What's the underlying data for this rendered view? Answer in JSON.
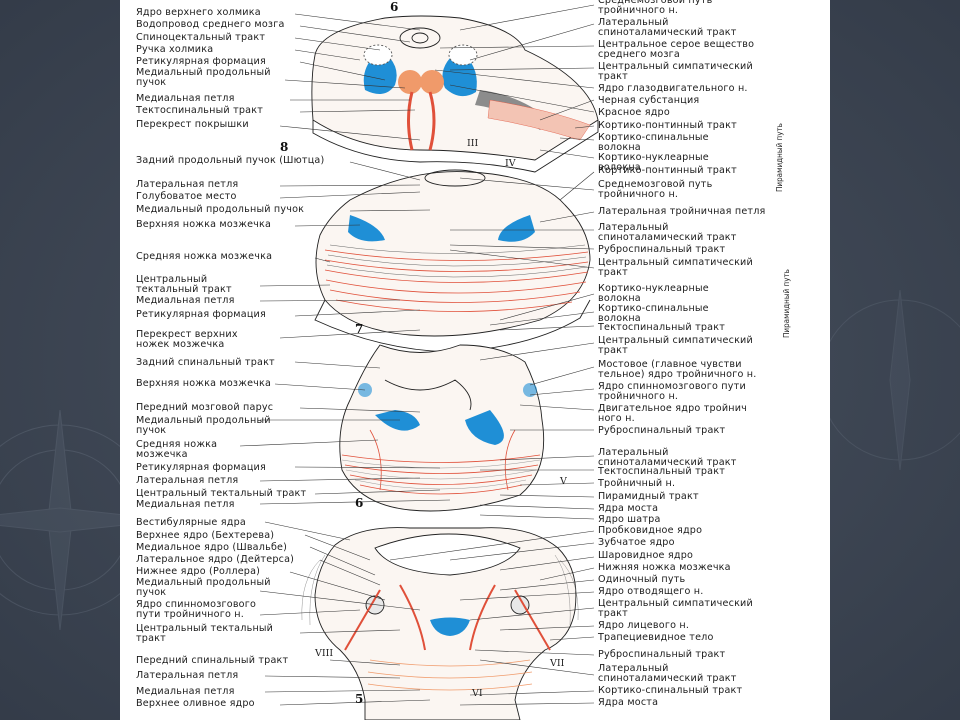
{
  "colors": {
    "slide_bg": "#3b4452",
    "page": "#ffffff",
    "blue": "#1f8fd6",
    "orange": "#f09a6a",
    "red": "#e0503a",
    "pink": "#f3c4b4",
    "ink": "#1b1b1b"
  },
  "sections": [
    {
      "number": "8",
      "top_number": "6",
      "roman": [
        "III",
        "IV"
      ],
      "left_labels": [
        "Ядро верхнего холмика",
        "Водопровод среднего мозга",
        "Спиноцектальный тракт",
        "Ручка холмика",
        "Ретикулярная формация",
        "Медиальный продольный\nпучок",
        "Медиальная петля",
        "Тектоспинальный тракт",
        "Перекрест покрышки"
      ],
      "right_labels": [
        "Среднемозговой путь\nтройничного н.",
        "Латеральный\nспиноталамический тракт",
        "Центральное серое вещество\nсреднего мозга",
        "Центральный симпатический\nтракт",
        "Ядро глазодвигательного н.",
        "Черная субстанция",
        "Красное ядро",
        "Кортико-понтинный тракт",
        "Кортико-спинальные\nволокна",
        "Кортико-нуклеарные\nволокна"
      ],
      "side_label": "Пирамидный путь"
    },
    {
      "number": "7",
      "roman": [],
      "left_labels": [
        "Задний продольный пучок (Шютца)",
        "Латеральная петля",
        "Голубоватое место",
        "Медиальный продольный пучок",
        "Верхняя ножка мозжечка",
        "Средняя ножка мозжечка",
        "Центральный\nтектальный тракт",
        "Медиальная петля",
        "Ретикулярная формация",
        "Перекрест верхних\nножек мозжечка"
      ],
      "right_labels": [
        "Кортико-понтинный тракт",
        "Среднемозговой путь\nтройничного н.",
        "Латеральная тройничная петля",
        "Латеральный\nспиноталамический тракт",
        "Руброспинальный тракт",
        "Центральный симпатический\nтракт",
        "Кортико-нуклеарные\nволокна",
        "Кортико-спинальные\nволокна",
        "Тектоспинальный тракт"
      ],
      "side_label": "Пирамидный путь"
    },
    {
      "number": "6",
      "roman": [
        "V"
      ],
      "left_labels": [
        "Задний спинальный тракт",
        "Верхняя ножка мозжечка",
        "Передний мозговой парус",
        "Медиальный продольный\nпучок",
        "Средняя ножка\nмозжечка",
        "Ретикулярная формация",
        "Латеральная петля",
        "Центральный тектальный тракт",
        "Медиальная петля"
      ],
      "right_labels": [
        "Центральный симпатический\nтракт",
        "Мостовое (главное чувстви\nтельное) ядро тройничного н.",
        "Ядро спинномозгового пути\nтройничного н.",
        "Двигательное ядро тройнич\nного н.",
        "Руброспинальный тракт",
        "Латеральный\nспиноталамический тракт",
        "Тектоспинальный тракт",
        "Тройничный н.",
        "Пирамидный тракт",
        "Ядра моста",
        "Ядро шатра"
      ]
    },
    {
      "number": "5",
      "roman": [
        "VIII",
        "VII",
        "VI"
      ],
      "left_labels": [
        "Вестибулярные ядра",
        "Верхнее ядро (Бехтерева)",
        "Медиальное ядро (Швальбе)",
        "Латеральное ядро (Дейтерса)",
        "Нижнее ядро (Роллера)",
        "Медиальный продольный\nпучок",
        "Ядро спинномозгового\nпути тройничного н.",
        "Центральный тектальный\nтракт",
        "Передний спинальный тракт",
        "Латеральная петля",
        "Медиальная петля",
        "Верхнее оливное ядро"
      ],
      "right_labels": [
        "Пробковидное ядро",
        "Зубчатое ядро",
        "Шаровидное ядро",
        "Нижняя ножка мозжечка",
        "Одиночный путь",
        "Ядро отводящего н.",
        "Центральный симпатический\nтракт",
        "Ядро лицевого н.",
        "Трапециевидное тело",
        "Руброспинальный тракт",
        "Латеральный\nспиноталамический тракт",
        "Кортико-спинальный тракт",
        "Ядра моста"
      ]
    }
  ]
}
